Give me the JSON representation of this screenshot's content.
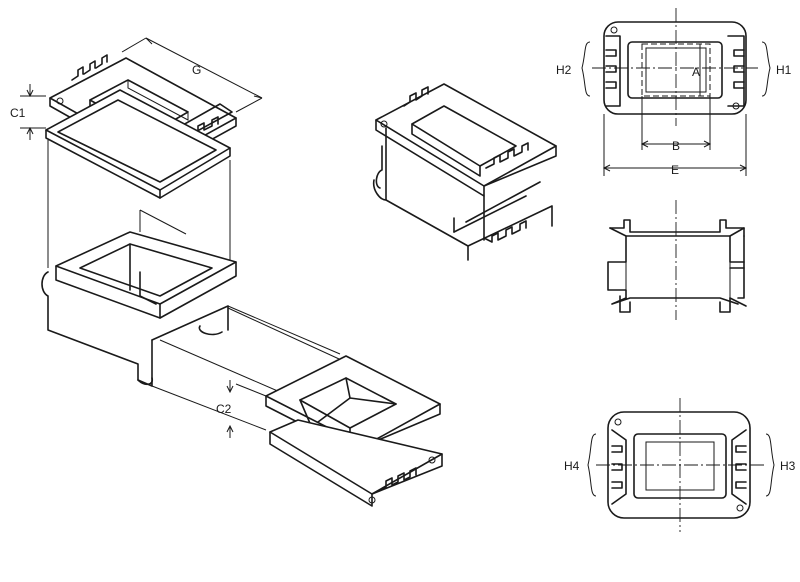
{
  "labels": {
    "G": "G",
    "C1": "C1",
    "C2": "C2",
    "H1": "H1",
    "H2": "H2",
    "H3": "H3",
    "H4": "H4",
    "A": "A",
    "B": "B",
    "E": "E"
  }
}
